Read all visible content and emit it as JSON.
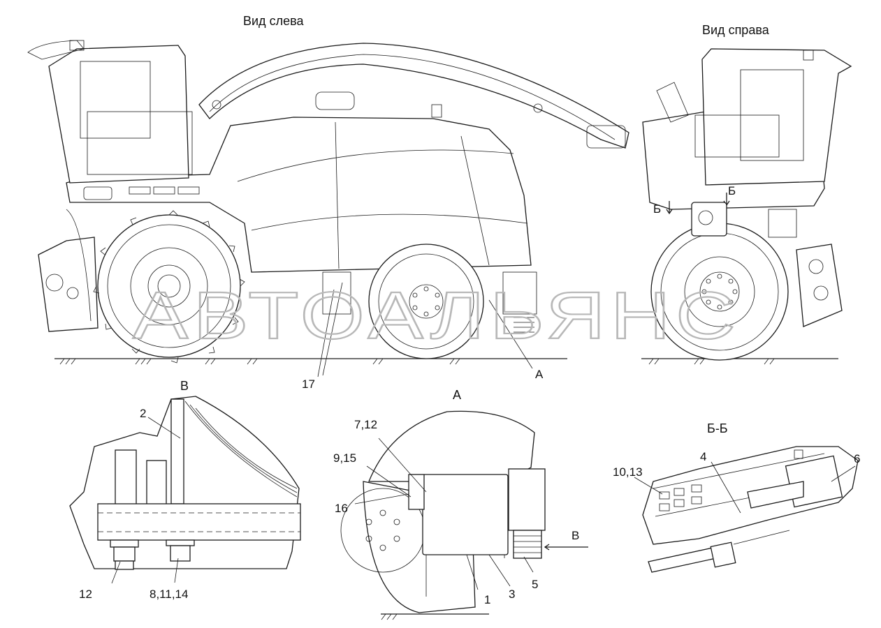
{
  "views": {
    "left_title": "Вид слева",
    "right_title": "Вид справа",
    "detail_b_title": "В",
    "detail_a_title": "А",
    "section_title": "Б-Б"
  },
  "markers": {
    "view_a": "А",
    "section_b_left": "Б",
    "section_b_right": "Б",
    "arrow_v": "В"
  },
  "callouts": {
    "left_view": [
      "17"
    ],
    "detail_b": [
      "2",
      "12",
      "8,11,14"
    ],
    "detail_a": [
      "7,12",
      "9,15",
      "16",
      "1",
      "3",
      "5"
    ],
    "section": [
      "10,13",
      "4",
      "6"
    ]
  },
  "watermark": "АВТОАЛЬЯНС"
}
